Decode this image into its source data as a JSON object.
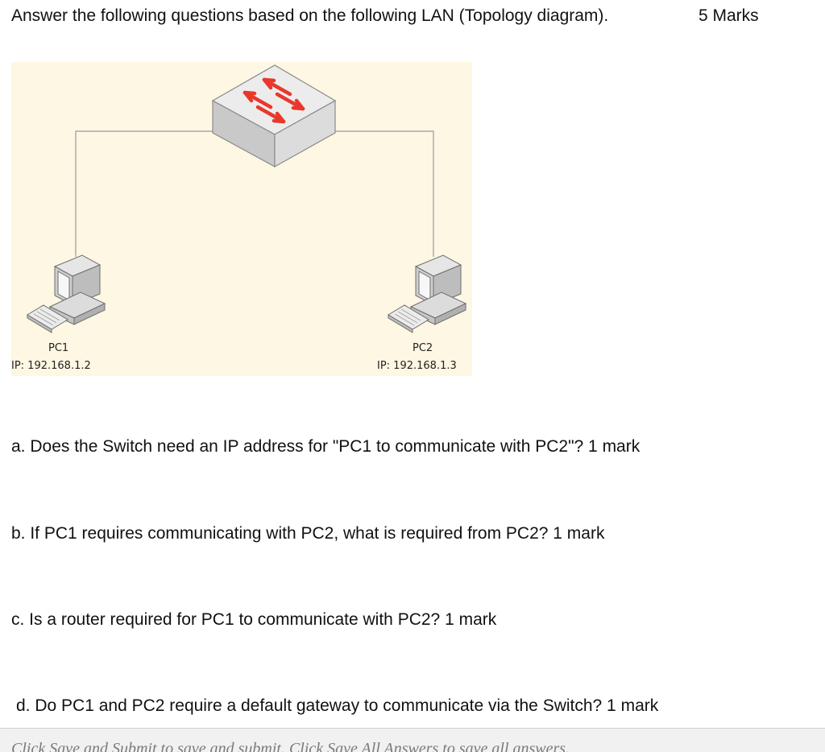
{
  "header": {
    "instruction": "Answer the following questions based on the following LAN (Topology diagram).",
    "marks": "5 Marks"
  },
  "diagram": {
    "pc1": {
      "name": "PC1",
      "ip": "IP: 192.168.1.2"
    },
    "pc2": {
      "name": "PC2",
      "ip": "IP: 192.168.1.3"
    },
    "switch_icon": "network-switch-icon",
    "computer_icon": "desktop-computer-icon",
    "colors": {
      "background": "#fdf7e3",
      "switch_arrows": "#e8382b",
      "cable": "#9a9a9a"
    }
  },
  "questions": {
    "a": "a. Does the Switch need an IP address for \"PC1 to communicate with PC2\"?  1 mark",
    "b": "b. If PC1 requires communicating with PC2, what is required from PC2? 1 mark",
    "c": "c. Is a router required for PC1 to communicate with PC2?  1 mark",
    "d": "d. Do PC1 and PC2 require a default gateway to communicate via the Switch? 1 mark"
  },
  "footer": {
    "text": "Click Save and Submit to save and submit. Click Save All Answers to save all answers."
  }
}
